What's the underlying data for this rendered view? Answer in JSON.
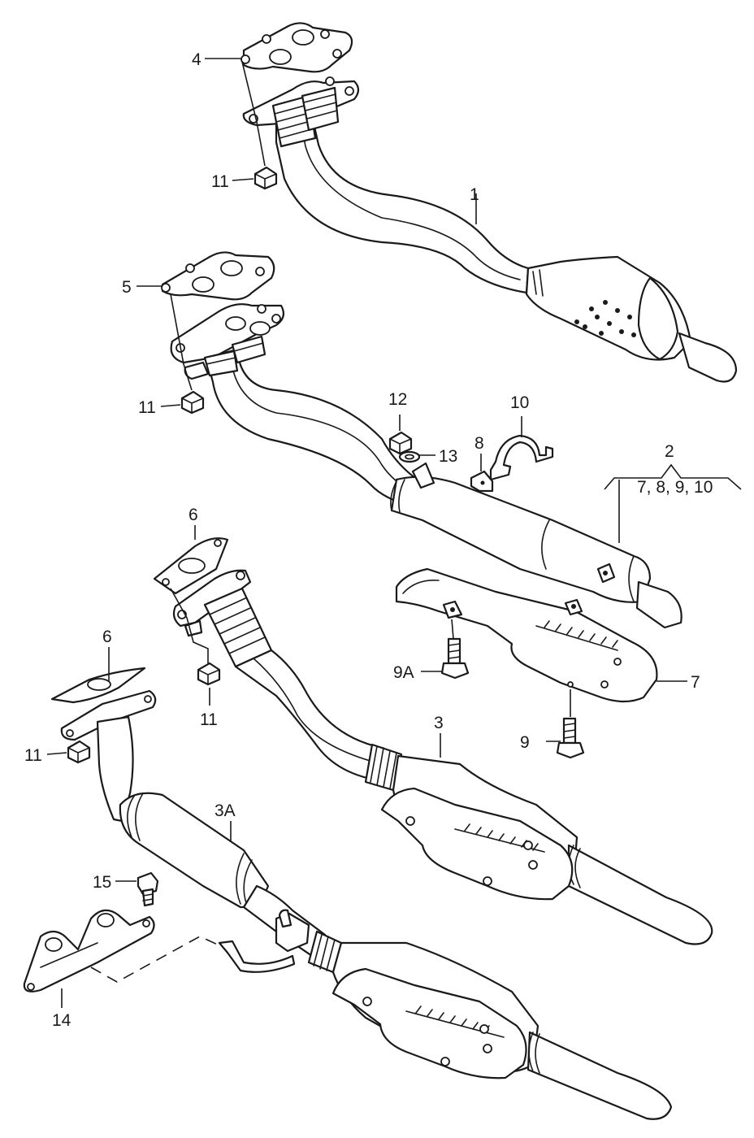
{
  "callouts": {
    "c1": "1",
    "c2": "2",
    "c2_sub": "7, 8, 9, 10",
    "c3": "3",
    "c3a": "3A",
    "c4": "4",
    "c5": "5",
    "c6a": "6",
    "c6b": "6",
    "c7": "7",
    "c8": "8",
    "c9": "9",
    "c9a": "9A",
    "c10": "10",
    "c11a": "11",
    "c11b": "11",
    "c11c": "11",
    "c11d": "11",
    "c12": "12",
    "c13": "13",
    "c14": "14",
    "c15": "15"
  }
}
